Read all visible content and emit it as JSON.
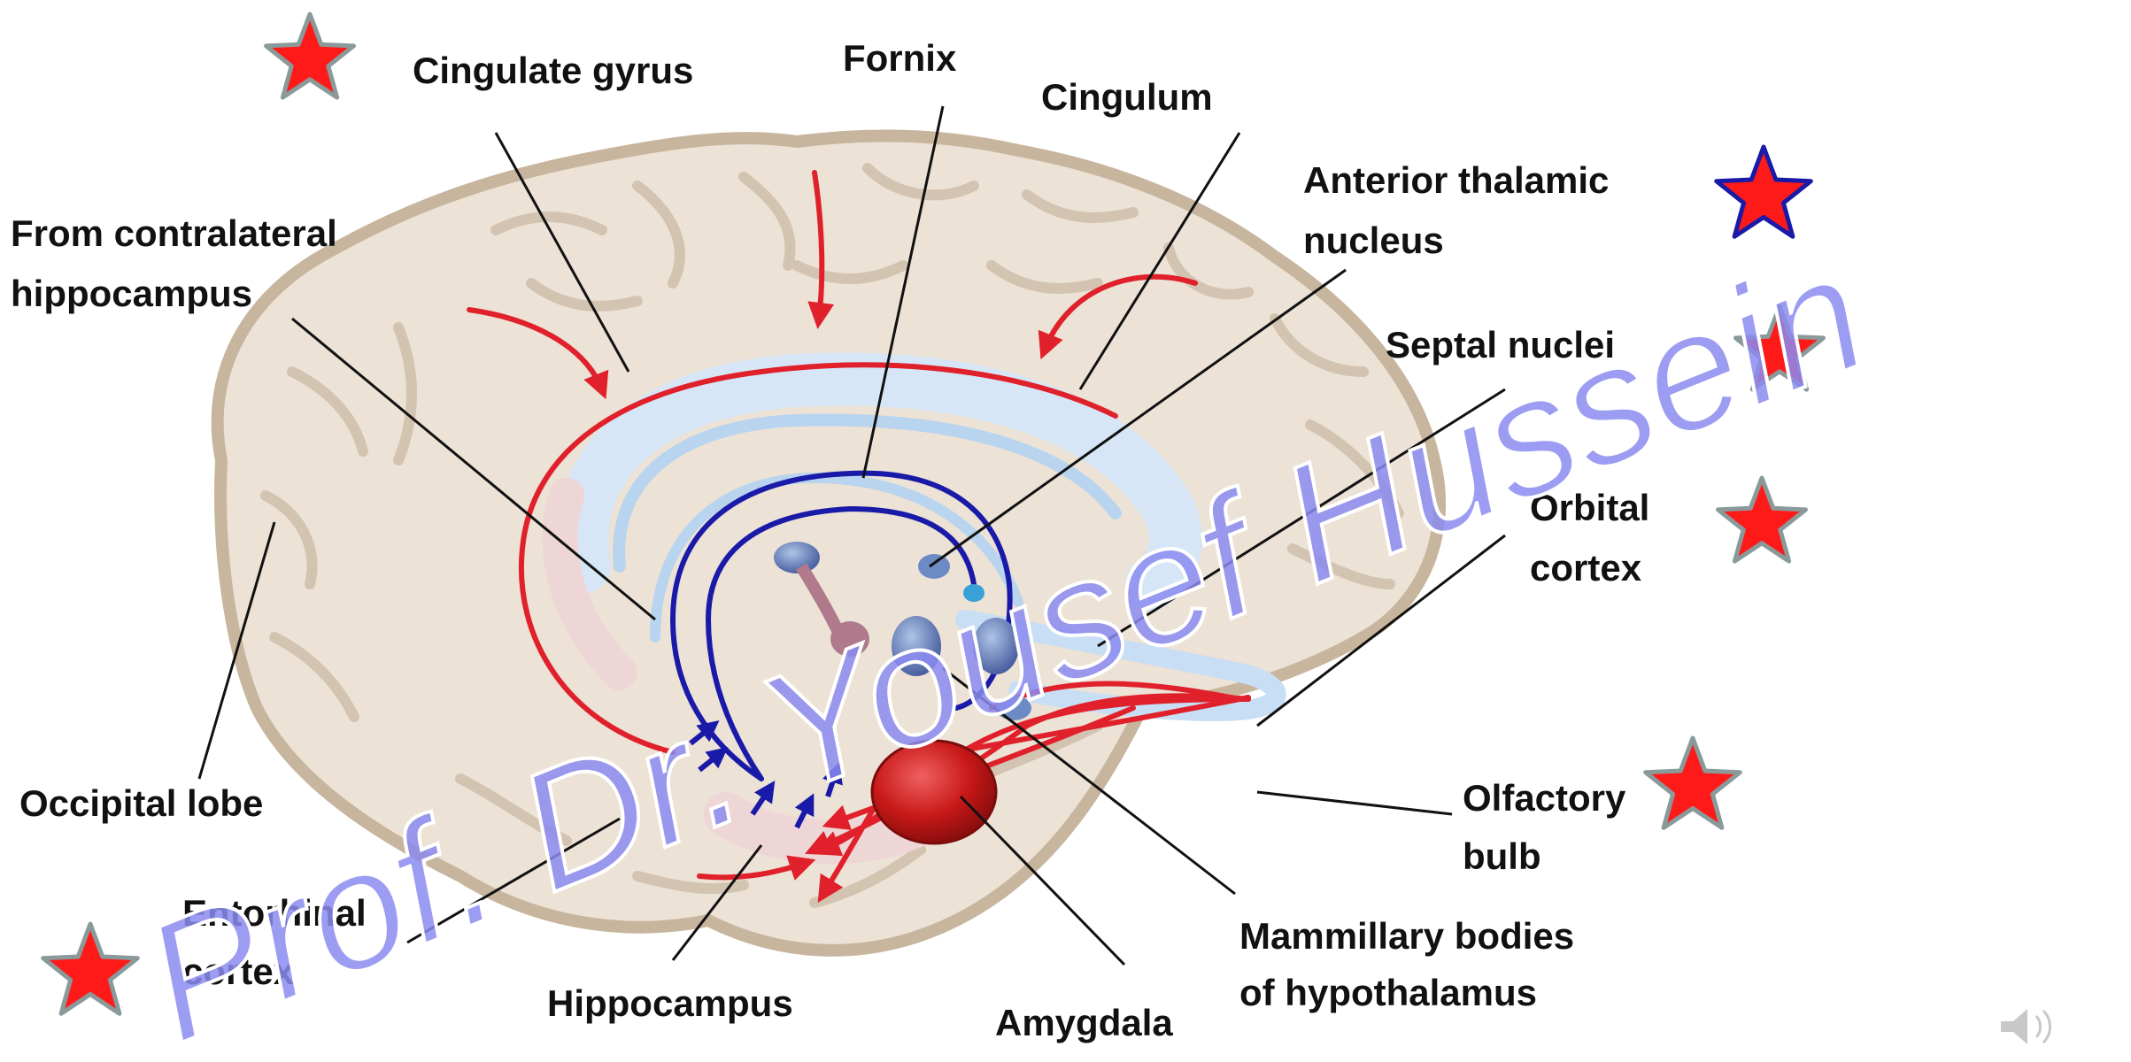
{
  "colors": {
    "brain_fill": "#ece2d6",
    "brain_edge": "#c7b59d",
    "sulcus": "#d3c4b1",
    "pathway_red": "#e0202a",
    "pathway_blue": "#1a1aa8",
    "light_blue": "#b8d4ee",
    "star_fill": "#ff1a1a",
    "star_outline_gray": "#8a9a9a",
    "star_outline_blue": "#1a1aa8",
    "watermark": "#8b8bf0",
    "label_text": "#111111"
  },
  "labels": {
    "cingulate_gyrus": "Cingulate gyrus",
    "fornix": "Fornix",
    "cingulum": "Cingulum",
    "anterior_thalamic_1": "Anterior thalamic",
    "anterior_thalamic_2": "nucleus",
    "from_contralateral_1": "From contralateral",
    "from_contralateral_2": "hippocampus",
    "septal_nuclei": "Septal nuclei",
    "orbital_1": "Orbital",
    "orbital_2": "cortex",
    "occipital_lobe": "Occipital lobe",
    "olfactory_1": "Olfactory",
    "olfactory_2": "bulb",
    "entorhinal_1": "Entorhinal",
    "entorhinal_2": "cortex",
    "hippocampus": "Hippocampus",
    "amygdala": "Amygdala",
    "mammillary_1": "Mammillary bodies",
    "mammillary_2": "of hypothalamus"
  },
  "watermark": {
    "text": "Prof. Dr. Yousef Hussein"
  },
  "icons": {
    "star": "star-icon",
    "speaker": "speaker-icon"
  }
}
